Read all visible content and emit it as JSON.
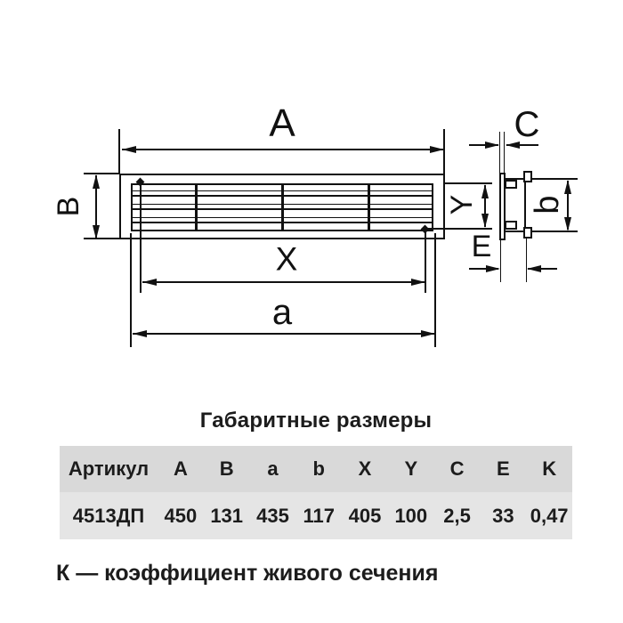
{
  "drawing": {
    "type": "technical dimension drawing of ventilation grille, front view and side view",
    "labels": {
      "A": "A",
      "B": "B",
      "X": "X",
      "a": "a",
      "Y": "Y",
      "C": "C",
      "b": "b",
      "E": "E"
    }
  },
  "table": {
    "title": "Габаритные размеры",
    "columns": [
      "Артикул",
      "A",
      "B",
      "a",
      "b",
      "X",
      "Y",
      "C",
      "E",
      "K"
    ],
    "row": [
      "4513ДП",
      "450",
      "131",
      "435",
      "117",
      "405",
      "100",
      "2,5",
      "33",
      "0,47"
    ]
  },
  "footnote": "К — коэффициент живого сечения",
  "colors": {
    "line": "#111111",
    "table_header_bg": "#d9d9d9",
    "table_row_bg": "#e5e5e5",
    "text": "#1c1c1c",
    "background": "#ffffff"
  }
}
